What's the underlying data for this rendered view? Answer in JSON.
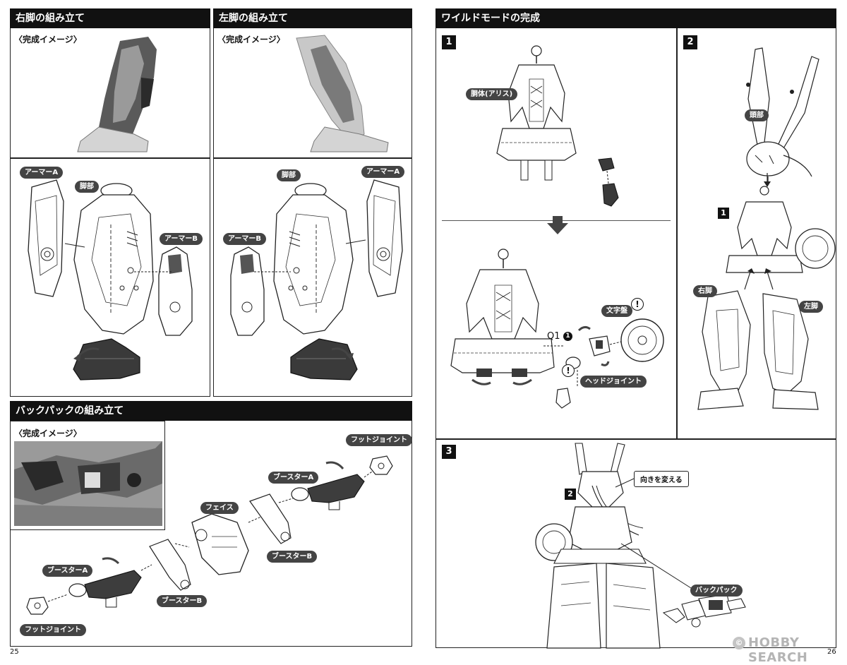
{
  "left_page": {
    "right_leg": {
      "title": "右脚の組み立て",
      "completed_label": "〈完成イメージ〉",
      "parts": {
        "armor_a": "アーマーA",
        "leg": "脚部",
        "armor_b": "アーマーB"
      }
    },
    "left_leg": {
      "title": "左脚の組み立て",
      "completed_label": "〈完成イメージ〉",
      "parts": {
        "leg": "脚部",
        "armor_a": "アーマーA",
        "armor_b": "アーマーB"
      }
    },
    "backpack": {
      "title": "バックパックの組み立て",
      "completed_label": "〈完成イメージ〉",
      "parts": {
        "foot_joint_top": "フットジョイント",
        "booster_a_top": "ブースターA",
        "face": "フェイス",
        "booster_b_top": "ブースターB",
        "booster_a_bottom": "ブースターA",
        "booster_b_bottom": "ブースターB",
        "foot_joint_bottom": "フットジョイント"
      }
    },
    "page_number": "25"
  },
  "right_page": {
    "title": "ワイルドモードの完成",
    "step1": {
      "number": "1",
      "torso_label": "胴体(アリス)",
      "q_label": "Q1",
      "q_num": "1",
      "dial_label": "文字盤",
      "head_joint_label": "ヘッドジョイント",
      "caution": "!"
    },
    "step2": {
      "number": "2",
      "head_label": "頭部",
      "ref_number": "1",
      "right_leg_label": "右脚",
      "left_leg_label": "左脚"
    },
    "step3": {
      "number": "3",
      "ref_number": "2",
      "turn_label": "向きを変える",
      "backpack_label": "バックパック"
    },
    "page_number": "26"
  },
  "watermark": {
    "symbol": "©",
    "text": "HOBBY SEARCH"
  }
}
